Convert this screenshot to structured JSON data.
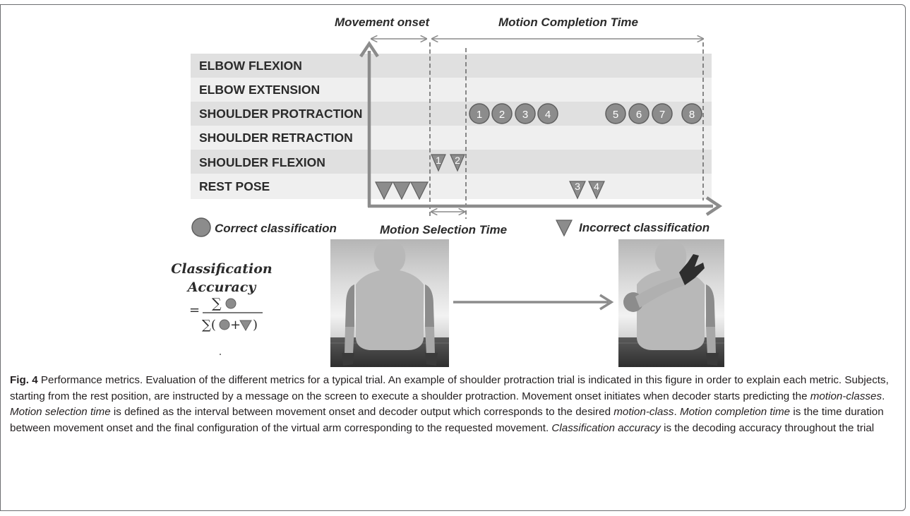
{
  "figure": {
    "top_labels": {
      "movement_onset": "Movement onset",
      "motion_completion_time": "Motion Completion Time"
    },
    "classes": [
      "ELBOW FLEXION",
      "ELBOW EXTENSION",
      "SHOULDER PROTRACTION",
      "SHOULDER RETRACTION",
      "SHOULDER FLEXION",
      "REST POSE"
    ],
    "correct_markers": [
      "1",
      "2",
      "3",
      "4",
      "5",
      "6",
      "7",
      "8"
    ],
    "flexion_markers": [
      "1",
      "2"
    ],
    "rest_markers": [
      "3",
      "4"
    ],
    "bottom_labels": {
      "correct": "Correct classification",
      "motion_selection_time": "Motion Selection Time",
      "incorrect": "Incorrect classification"
    },
    "formula": {
      "line1": "Classification",
      "line2": "Accuracy",
      "equals": "=",
      "numerator": "∑",
      "denominator_open": "∑(",
      "denominator_plus": "+",
      "denominator_close": ")"
    },
    "colors": {
      "marker": "#8c8c8c",
      "axis": "#8c8c8c",
      "band_dark": "#e0e0e0",
      "band_light": "#efefef"
    }
  },
  "caption": {
    "fig_label": "Fig. 4",
    "t1": " Performance metrics. Evaluation of the different metrics for a typical trial. An example of shoulder protraction trial is indicated in this figure in order to explain each metric. Subjects, starting from the rest position, are instructed by a message on the screen to execute a shoulder protraction. Movement onset initiates when decoder starts predicting the ",
    "i1": "motion-classes",
    "t2": ". ",
    "i2": "Motion selection time",
    "t3": " is defined as the interval between movement onset and decoder output which corresponds to the desired ",
    "i3": "motion-class",
    "t4": ". ",
    "i4": "Motion completion time",
    "t5": " is the time duration between movement onset and the final configuration of the virtual arm corresponding to the requested movement. ",
    "i5": "Classification accuracy",
    "t6": " is the decoding accuracy throughout the trial"
  }
}
